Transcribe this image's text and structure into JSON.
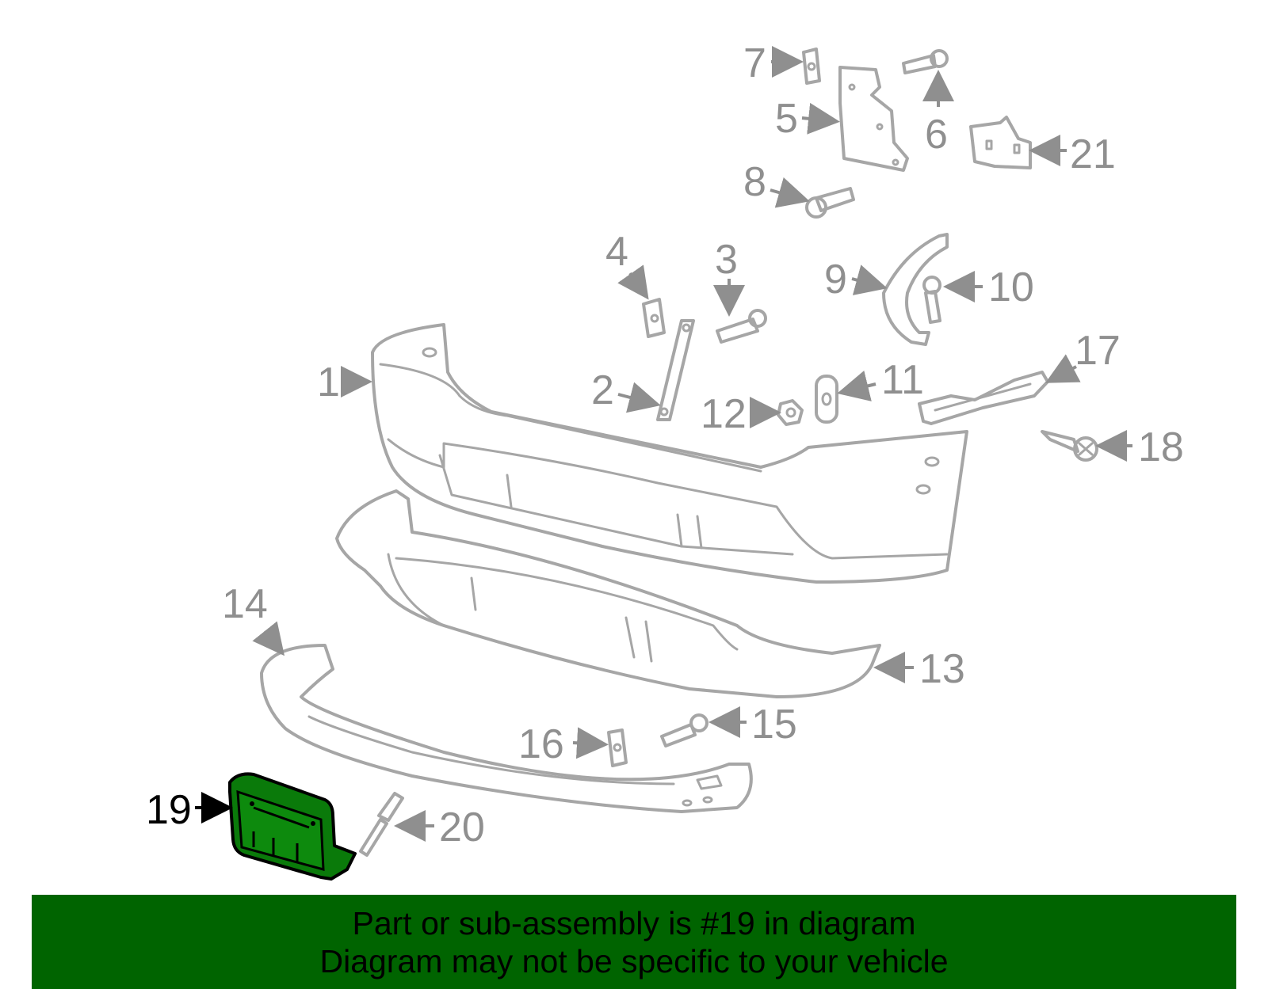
{
  "diagram": {
    "callouts": {
      "c1": "1",
      "c2": "2",
      "c3": "3",
      "c4": "4",
      "c5": "5",
      "c6": "6",
      "c7": "7",
      "c8": "8",
      "c9": "9",
      "c10": "10",
      "c11": "11",
      "c12": "12",
      "c13": "13",
      "c14": "14",
      "c15": "15",
      "c16": "16",
      "c17": "17",
      "c18": "18",
      "c19": "19",
      "c20": "20",
      "c21": "21"
    },
    "highlight_part": "19",
    "colors": {
      "line": "#a6a6a6",
      "label": "#8f8f8f",
      "highlight_fill": "#0a7a0a",
      "highlight_label": "#000000"
    }
  },
  "banner": {
    "line1": "Part or sub-assembly is #19 in diagram",
    "line2": "Diagram may not be specific to your vehicle",
    "background": "#006400"
  }
}
